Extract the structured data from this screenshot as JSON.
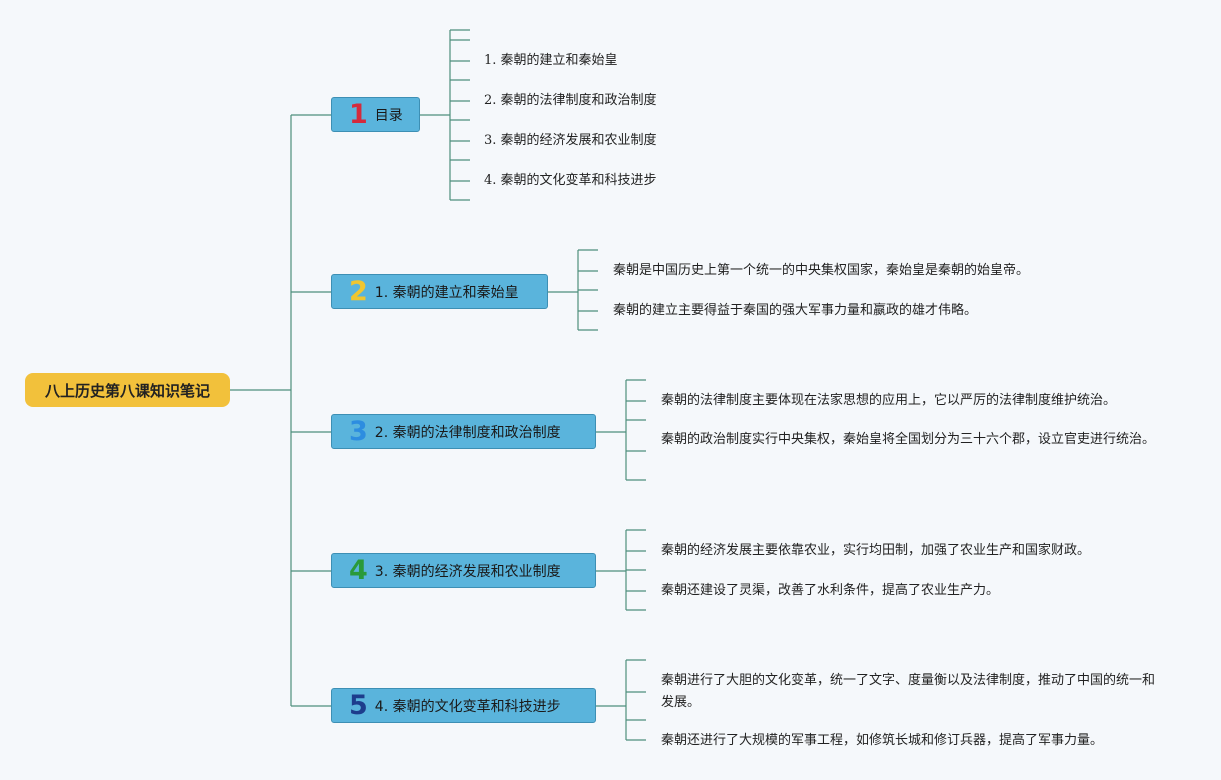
{
  "root": {
    "title": "八上历史第八课知识笔记"
  },
  "topics": [
    {
      "number": "1",
      "number_color": "#d42a3c",
      "label": "目录"
    },
    {
      "number": "2",
      "number_color": "#f0c630",
      "label": "1. 秦朝的建立和秦始皇"
    },
    {
      "number": "3",
      "number_color": "#2d8de0",
      "label": "2. 秦朝的法律制度和政治制度"
    },
    {
      "number": "4",
      "number_color": "#2a9a3a",
      "label": "3. 秦朝的经济发展和农业制度"
    },
    {
      "number": "5",
      "number_color": "#1d3d8c",
      "label": "4. 秦朝的文化变革和科技进步"
    }
  ],
  "toc": [
    "1. 秦朝的建立和秦始皇",
    "2. 秦朝的法律制度和政治制度",
    "3. 秦朝的经济发展和农业制度",
    "4. 秦朝的文化变革和科技进步"
  ],
  "sections": [
    [
      "秦朝是中国历史上第一个统一的中央集权国家，秦始皇是秦朝的始皇帝。",
      "秦朝的建立主要得益于秦国的强大军事力量和嬴政的雄才伟略。"
    ],
    [
      "秦朝的法律制度主要体现在法家思想的应用上，它以严厉的法律制度维护统治。",
      "秦朝的政治制度实行中央集权，秦始皇将全国划分为三十六个郡，设立官吏进行统治。"
    ],
    [
      "秦朝的经济发展主要依靠农业，实行均田制，加强了农业生产和国家财政。",
      "秦朝还建设了灵渠，改善了水利条件，提高了农业生产力。"
    ],
    [
      "秦朝进行了大胆的文化变革，统一了文字、度量衡以及法律制度，推动了中国的统一和发展。",
      "秦朝还进行了大规模的军事工程，如修筑长城和修订兵器，提高了军事力量。"
    ]
  ],
  "colors": {
    "line": "#4e8f7c",
    "root_fill": "#f2c13b",
    "topic_fill": "#5ab4dc",
    "background": "#f5f8fb"
  }
}
